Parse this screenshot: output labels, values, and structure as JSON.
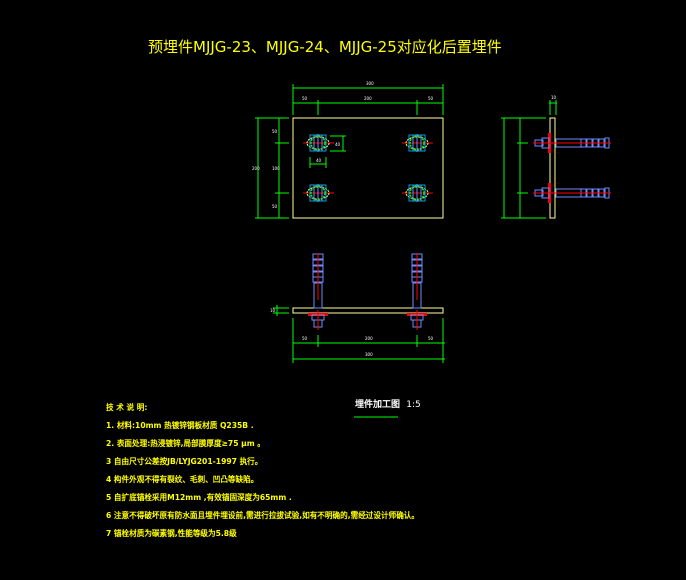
{
  "title": "预埋件MJJG-23、MJJG-24、MJJG-25对应化后置埋件",
  "caption": {
    "label": "埋件加工图",
    "scale": "1:5"
  },
  "dimensions": {
    "plan_total_width": "300",
    "plan_edge_left": "50",
    "plan_center": "200",
    "plan_edge_right": "50",
    "plan_total_height": "200",
    "plan_edge_top": "50",
    "plan_mid": "100",
    "plan_edge_bottom": "50",
    "bolt_detail_v": "40",
    "bolt_detail_h": "40",
    "plate_thickness": "10"
  },
  "notes": {
    "heading": "技 术 说 明:",
    "items": [
      "1.  材料:10mm    热镀锌钢板材质  Q235B   .",
      "2.  表面处理:热浸镀锌,局部膜厚度≥75  μm 。",
      "3    自由尺寸公差按JB/LYJG201-1997          执行。",
      "4    构件外观不得有裂纹、毛刺、凹凸等缺陷。",
      "5  自扩底锚栓采用M12mm      ,有效锚固深度为65mm       .",
      "6  注意不得破坏原有防水面且埋件埋设前,需进行拉拔试验,如有不明确的,需经过设计师确认。",
      "7  锚栓材质为碳素钢,性能等级为5.8级"
    ]
  },
  "colors": {
    "plate": "#ffff99",
    "dim": "#00ff00",
    "bolt": "#6f8cff",
    "center": "#ff0000",
    "text": "#ffff00",
    "nut": "#00a0e0"
  }
}
